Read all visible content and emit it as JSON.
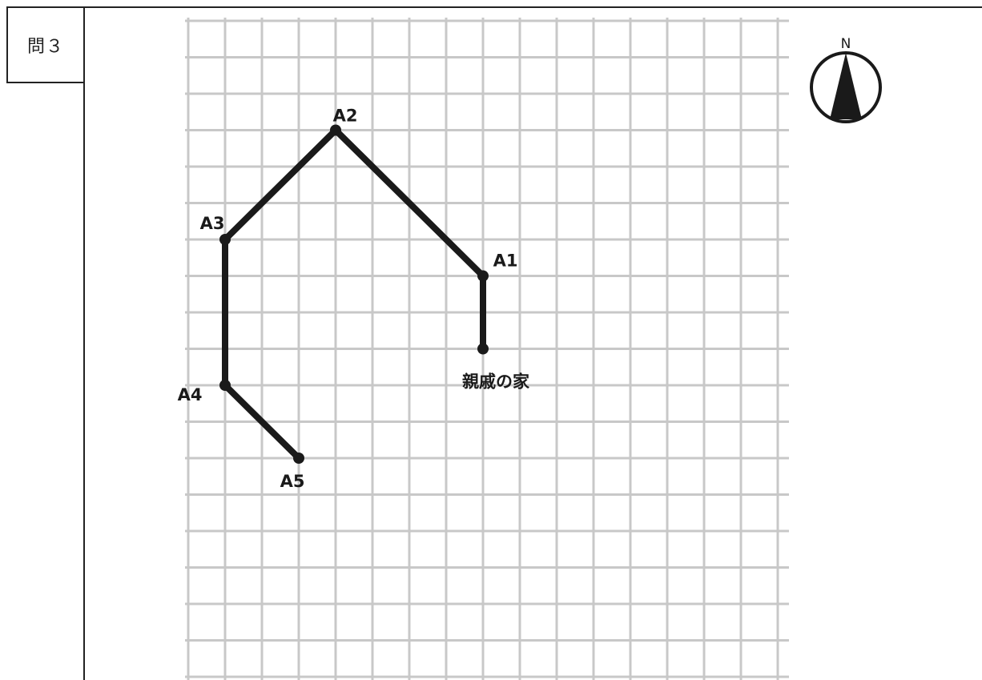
{
  "question": {
    "label": "問３"
  },
  "compass": {
    "icon": "north-arrow-icon",
    "label": "N"
  },
  "grid": {
    "columns": 16,
    "rows": 18
  },
  "points": [
    {
      "id": "A1",
      "label": "A1",
      "col": 8,
      "row": 7
    },
    {
      "id": "A2",
      "label": "A2",
      "col": 4,
      "row": 3
    },
    {
      "id": "A3",
      "label": "A3",
      "col": 1,
      "row": 6
    },
    {
      "id": "A4",
      "label": "A4",
      "col": 1,
      "row": 10
    },
    {
      "id": "A5",
      "label": "A5",
      "col": 3,
      "row": 12
    },
    {
      "id": "house",
      "label": "親戚の家",
      "col": 8,
      "row": 9
    }
  ],
  "route": [
    "house",
    "A1",
    "A2",
    "A3",
    "A4",
    "A5"
  ],
  "colors": {
    "grid": "#c8c8c8",
    "route": "#1a1a1a",
    "frame": "#222222"
  }
}
